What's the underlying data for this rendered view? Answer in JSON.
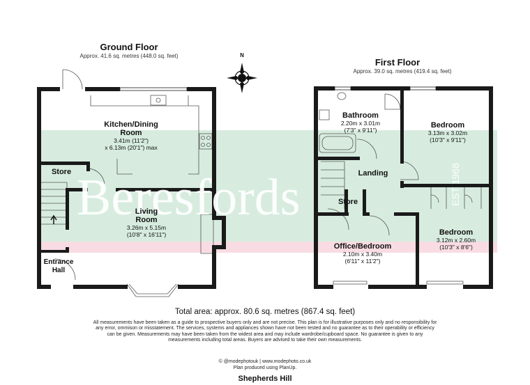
{
  "ground_floor": {
    "title": "Ground Floor",
    "area": "Approx. 41.6 sq. metres (448.0 sq. feet)",
    "rooms": [
      {
        "name": "Kitchen/Dining",
        "name2": "Room",
        "dim1": "3.41m (11'2\")",
        "dim2": "x 6.13m (20'1\") max"
      },
      {
        "name": "Store"
      },
      {
        "name": "Living",
        "name2": "Room",
        "dim1": "3.26m x 5.15m",
        "dim2": "(10'8\" x 16'11\")"
      },
      {
        "name": "Entrance",
        "name2": "Hall"
      }
    ]
  },
  "first_floor": {
    "title": "First Floor",
    "area": "Approx. 39.0 sq. metres (419.4 sq. feet)",
    "rooms": [
      {
        "name": "Bathroom",
        "dim1": "2.20m x 3.01m",
        "dim2": "(7'3\" x 9'11\")"
      },
      {
        "name": "Bedroom",
        "dim1": "3.13m x 3.02m",
        "dim2": "(10'3\" x 9'11\")"
      },
      {
        "name": "Landing"
      },
      {
        "name": "Store"
      },
      {
        "name": "Bedroom",
        "dim1": "3.12m x 2.60m",
        "dim2": "(10'3\" x 8'6\")"
      },
      {
        "name": "Office/Bedroom",
        "dim1": "2.10m x 3.40m",
        "dim2": "(6'11\" x 11'2\")"
      }
    ]
  },
  "compass_label": "N",
  "watermark": {
    "brand": "Beresfords",
    "est": "EST 1968"
  },
  "total_area": "Total area: approx. 80.6 sq. metres (867.4 sq. feet)",
  "disclaimer": "All measurements have been taken as a guide to prospective buyers only and are not precise. This plan is for illustrative purposes only and no responsibility for any error, ommison or misstatement. The services, systems and appliances shown have not been tested and no guarantee as to their operability or efficiency can be given. Measurements may have been taken from the widest area and may include wardrobe/cupboard space. No guarantee is given to any measurements including total areas. Buyers are advised to take their own measurements.",
  "credit_line1": "© @modephotouk | www.modephoto.co.uk",
  "credit_line2": "Plan produced using PlanUp.",
  "address": "Shepherds Hill",
  "colors": {
    "wall": "#1a1a1a",
    "watermark_band": "#c9e5d4",
    "pink_band": "#f7d3dc",
    "line": "#555555"
  }
}
